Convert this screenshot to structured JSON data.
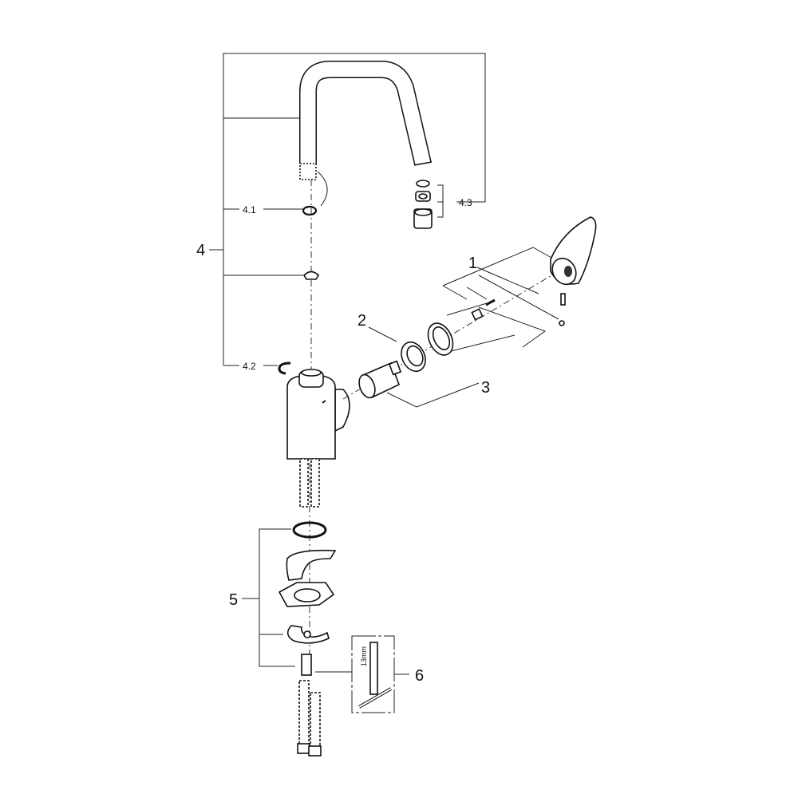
{
  "diagram": {
    "callouts": {
      "faucet_spout_assembly": "4",
      "spout_oring": "4.1",
      "spout_clip": "4.2",
      "aerator_set": "4.3",
      "handle_set": "1",
      "cartridge_nut": "2",
      "cartridge": "3",
      "mounting_set": "5",
      "wrench": "6"
    },
    "wrench_size": "13mm"
  }
}
